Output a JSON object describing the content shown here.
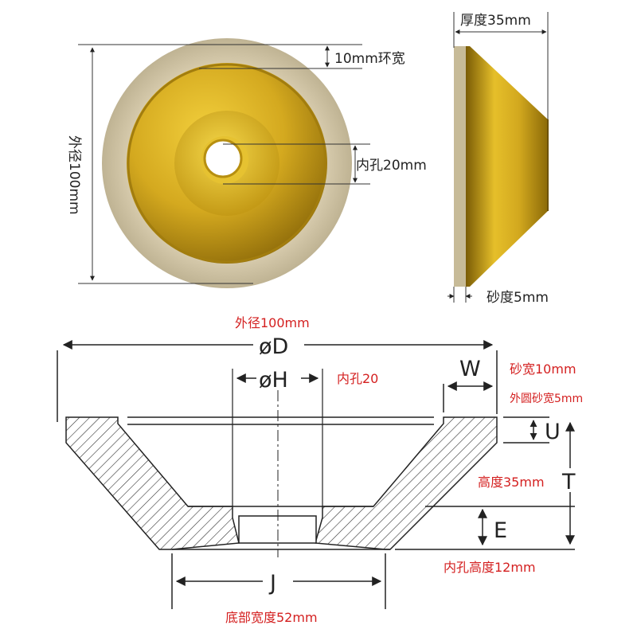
{
  "photo_front": {
    "outer_diameter_label": "外径100mm",
    "ring_width_label": "10mm环宽",
    "inner_hole_label": "内孔20mm"
  },
  "photo_side": {
    "thickness_label": "厚度35mm",
    "abrasive_label": "砂度5mm"
  },
  "drawing": {
    "sym_D": "øD",
    "sym_H": "øH",
    "sym_W": "W",
    "sym_U": "U",
    "sym_T": "T",
    "sym_E": "E",
    "sym_J": "J",
    "outer_diameter_label": "外径100mm",
    "inner_hole_label": "内孔20",
    "abrasive_width_label": "砂宽10mm",
    "outer_abrasive_label": "外圆砂宽5mm",
    "height_label": "高度35mm",
    "hole_height_label": "内孔高度12mm",
    "bottom_width_label": "底部宽度52mm"
  },
  "colors": {
    "gold": "#c9a21a",
    "gold_dark": "#8a6a08",
    "rim_gray": "#cfc4a6",
    "annotation_red": "#d42020"
  }
}
